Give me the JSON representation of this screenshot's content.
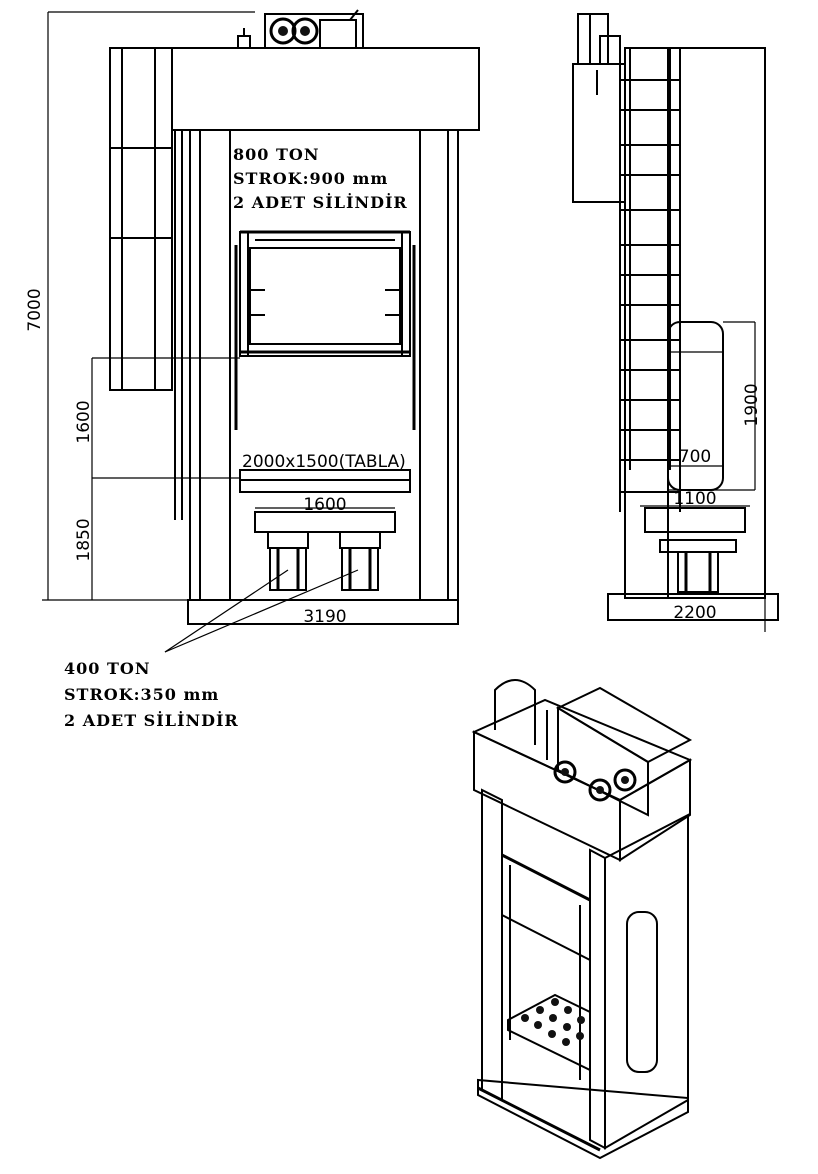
{
  "front_view": {
    "press_notes": [
      "800 TON",
      "STROK:900 mm",
      "2 ADET SİLİNDİR"
    ],
    "dim_total_height": "7000",
    "dim_table_height": "1600",
    "dim_floor_height": "1850",
    "dim_table_size": "2000x1500(TABLA)",
    "dim_cylinder_spacing": "1600",
    "dim_overall_width": "3190"
  },
  "side_view": {
    "dim_stroke_height": "1900",
    "dim_table_depth": "700",
    "dim_bolster_depth": "1100",
    "dim_overall_depth": "2200"
  },
  "cushion_notes": [
    "400 TON",
    "STROK:350 mm",
    "2 ADET SİLİNDİR"
  ]
}
